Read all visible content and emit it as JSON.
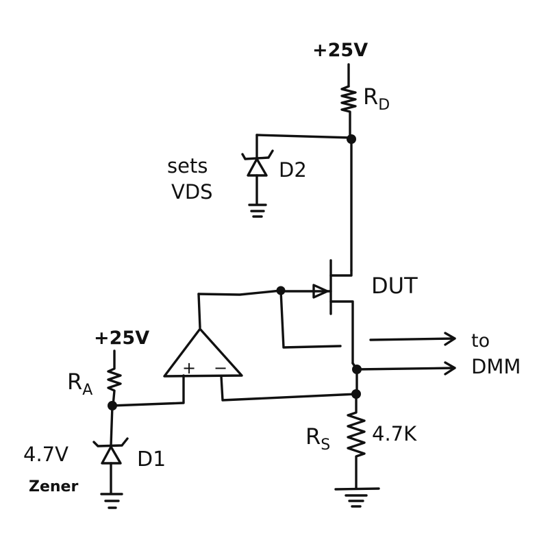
{
  "labels": {
    "supply_top": "+25V",
    "rd": "RD",
    "rd_main": "R",
    "rd_sub": "D",
    "sets_line1": "sets",
    "sets_line2": "VDS",
    "d2": "D2",
    "dut": "DUT",
    "to_line1": "to",
    "to_line2": "DMM",
    "supply_left": "+25V",
    "ra_main": "R",
    "ra_sub": "A",
    "opamp_plus": "+",
    "opamp_minus": "−",
    "rs_main": "R",
    "rs_sub": "S",
    "rs_value": "4.7K",
    "zener_voltage": "4.7V",
    "zener_word": "Zener",
    "d1": "D1"
  }
}
